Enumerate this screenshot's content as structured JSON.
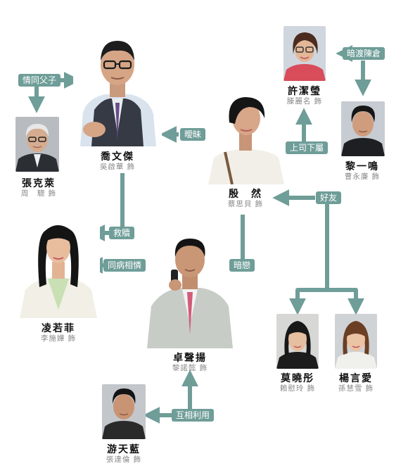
{
  "colors": {
    "arrow": "#6f9d98",
    "label_bg": "#6f9d98",
    "label_text": "#ffffff",
    "name": "#111111",
    "actor": "#888888"
  },
  "people": {
    "kiu": {
      "name": "喬文傑",
      "actor": "吳啟華 飾"
    },
    "cheung": {
      "name": "張克萊",
      "actor": "周　驄 飾"
    },
    "yan": {
      "name": "殷　然",
      "actor": "蔡思貝 飾"
    },
    "hui": {
      "name": "許潔瑩",
      "actor": "滕麗名 飾"
    },
    "lai": {
      "name": "黎一鳴",
      "actor": "曹永廉 飾"
    },
    "ling": {
      "name": "凌若菲",
      "actor": "李施嬅 飾"
    },
    "cheuk": {
      "name": "卓聲揚",
      "actor": "黎諾懿 飾"
    },
    "mok": {
      "name": "莫曉彤",
      "actor": "賴慰玲 飾"
    },
    "yeung": {
      "name": "楊言愛",
      "actor": "孫慧雪 飾"
    },
    "yau": {
      "name": "游天藍",
      "actor": "張達倫 飾"
    }
  },
  "relations": {
    "like_father_son": "情同父子",
    "ambiguous": "曖昧",
    "secret_crush_chan": "暗渡陳倉",
    "boss_subordinate": "上司下屬",
    "friends": "好友",
    "redemption": "救贖",
    "fellow_sufferers": "同病相憐",
    "crush": "暗戀",
    "mutual_use": "互相利用"
  }
}
